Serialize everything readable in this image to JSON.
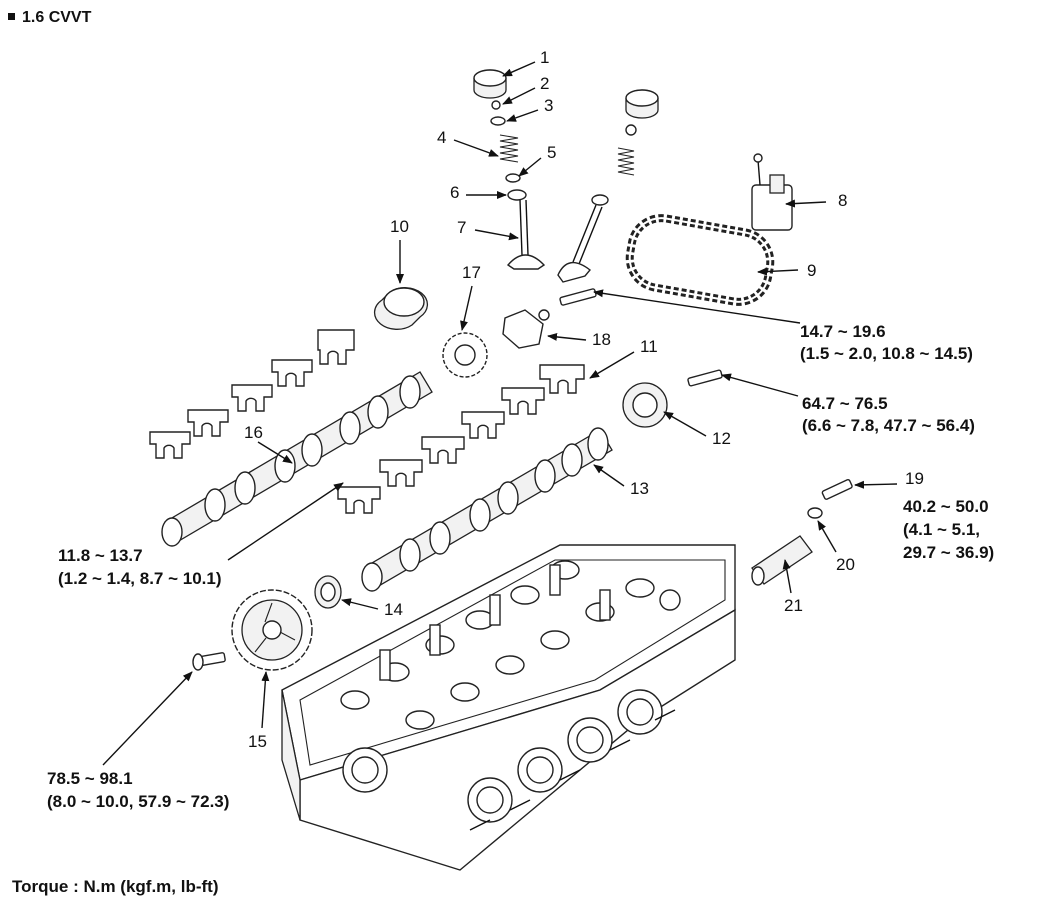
{
  "title": "1.6 CVVT",
  "footer": "Torque : N.m (kgf.m, lb-ft)",
  "callouts": {
    "n1": "1",
    "n2": "2",
    "n3": "3",
    "n4": "4",
    "n5": "5",
    "n6": "6",
    "n7": "7",
    "n8": "8",
    "n9": "9",
    "n10": "10",
    "n11": "11",
    "n12": "12",
    "n13": "13",
    "n14": "14",
    "n15": "15",
    "n16": "16",
    "n17": "17",
    "n18": "18",
    "n19": "19",
    "n20": "20",
    "n21": "21"
  },
  "torques": {
    "t1": {
      "main": "14.7 ~ 19.6",
      "sub": "(1.5 ~ 2.0, 10.8 ~ 14.5)"
    },
    "t2": {
      "main": "64.7 ~ 76.5",
      "sub": "(6.6 ~ 7.8, 47.7 ~ 56.4)"
    },
    "t3": {
      "main": "40.2 ~ 50.0",
      "sub1": "(4.1 ~ 5.1,",
      "sub2": "29.7 ~ 36.9)"
    },
    "t4": {
      "main": "11.8 ~ 13.7",
      "sub": "(1.2 ~ 1.4, 8.7 ~ 10.1)"
    },
    "t5": {
      "main": "78.5 ~ 98.1",
      "sub": "(8.0 ~ 10.0, 57.9 ~ 72.3)"
    }
  }
}
